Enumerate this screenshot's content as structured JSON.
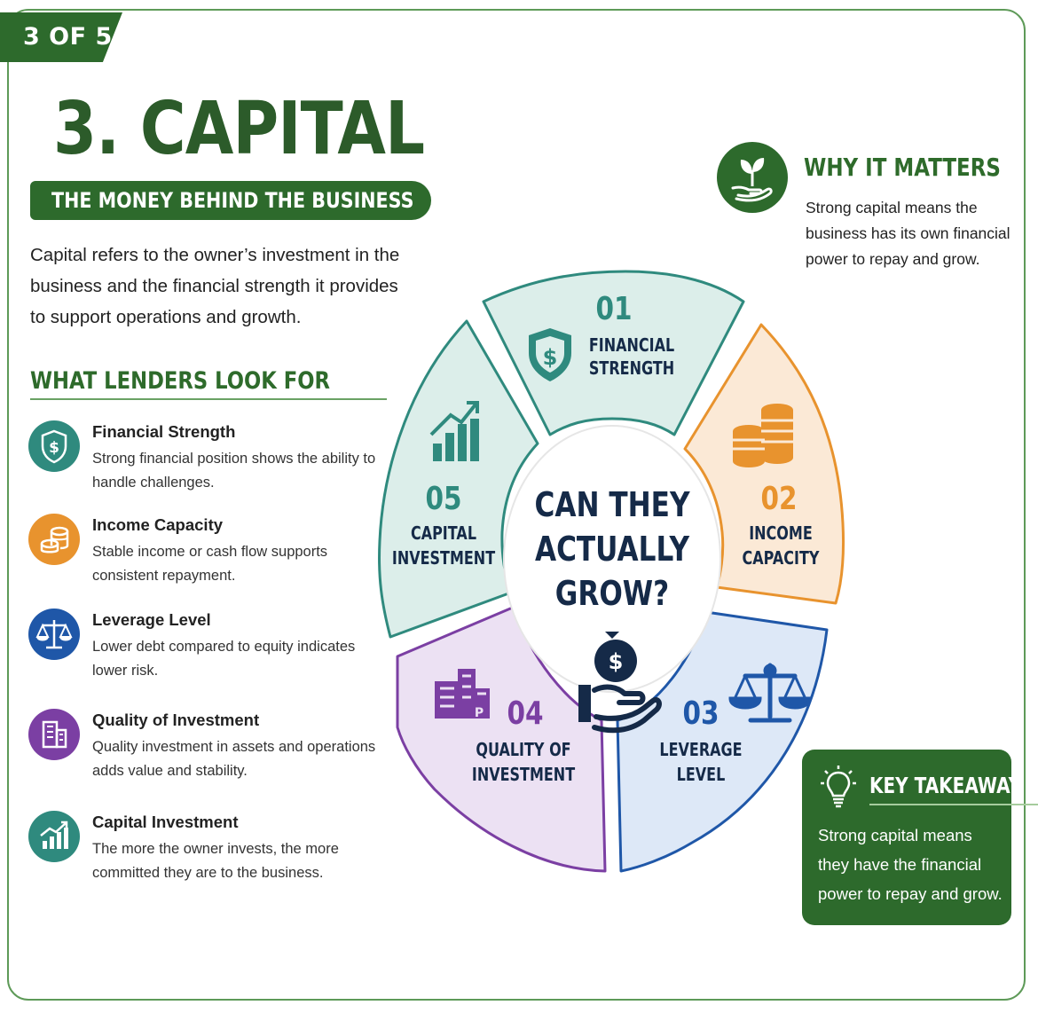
{
  "page_badge": "3 OF 5",
  "title": "3. CAPITAL",
  "subtitle": "THE MONEY BEHIND THE BUSINESS",
  "intro": "Capital refers to the owner’s investment in the business and the financial strength it provides to support operations and growth.",
  "lenders_heading": "WHAT LENDERS LOOK FOR",
  "criteria": [
    {
      "title": "Financial Strength",
      "desc": "Strong financial position shows the ability to handle challenges.",
      "icon": "shield-dollar-icon",
      "color": "#2f8a7e"
    },
    {
      "title": "Income Capacity",
      "desc": "Stable income or cash flow supports consistent repayment.",
      "icon": "coins-icon",
      "color": "#e8932e"
    },
    {
      "title": "Leverage Level",
      "desc": "Lower debt compared to equity indicates lower risk.",
      "icon": "scale-icon",
      "color": "#1f57a8"
    },
    {
      "title": "Quality of Investment",
      "desc": "Quality investment in assets and operations adds value and stability.",
      "icon": "building-icon",
      "color": "#7b3fa3"
    },
    {
      "title": "Capital Investment",
      "desc": "The more the owner invests, the more committed they are to the business.",
      "icon": "growth-chart-icon",
      "color": "#2f8a7e"
    }
  ],
  "why": {
    "title": "WHY IT MATTERS",
    "text": "Strong capital means the business has its own financial power to repay and grow.",
    "icon": "plant-hand-icon"
  },
  "wheel": {
    "center": [
      "CAN THEY",
      "ACTUALLY",
      "GROW?"
    ],
    "center_icon": "money-bag-hand-icon",
    "segments": [
      {
        "num": "01",
        "label": [
          "FINANCIAL",
          "STRENGTH"
        ],
        "color": "#2f8a7e",
        "fill": "#dceeea"
      },
      {
        "num": "02",
        "label": [
          "INCOME",
          "CAPACITY"
        ],
        "color": "#e8932e",
        "fill": "#fbe9d6"
      },
      {
        "num": "03",
        "label": [
          "LEVERAGE",
          "LEVEL"
        ],
        "color": "#1f57a8",
        "fill": "#dde8f7"
      },
      {
        "num": "04",
        "label": [
          "QUALITY OF",
          "INVESTMENT"
        ],
        "color": "#7b3fa3",
        "fill": "#ece1f3"
      },
      {
        "num": "05",
        "label": [
          "CAPITAL",
          "INVESTMENT"
        ],
        "color": "#2f8a7e",
        "fill": "#dceeea"
      }
    ]
  },
  "takeaway": {
    "title": "KEY TAKEAWAY",
    "text": "Strong capital means they have the financial power to repay and grow.",
    "icon": "lightbulb-icon"
  },
  "colors": {
    "brand_green": "#2d6a2c",
    "heading_green": "#2e6b2b",
    "navy": "#152a48"
  }
}
